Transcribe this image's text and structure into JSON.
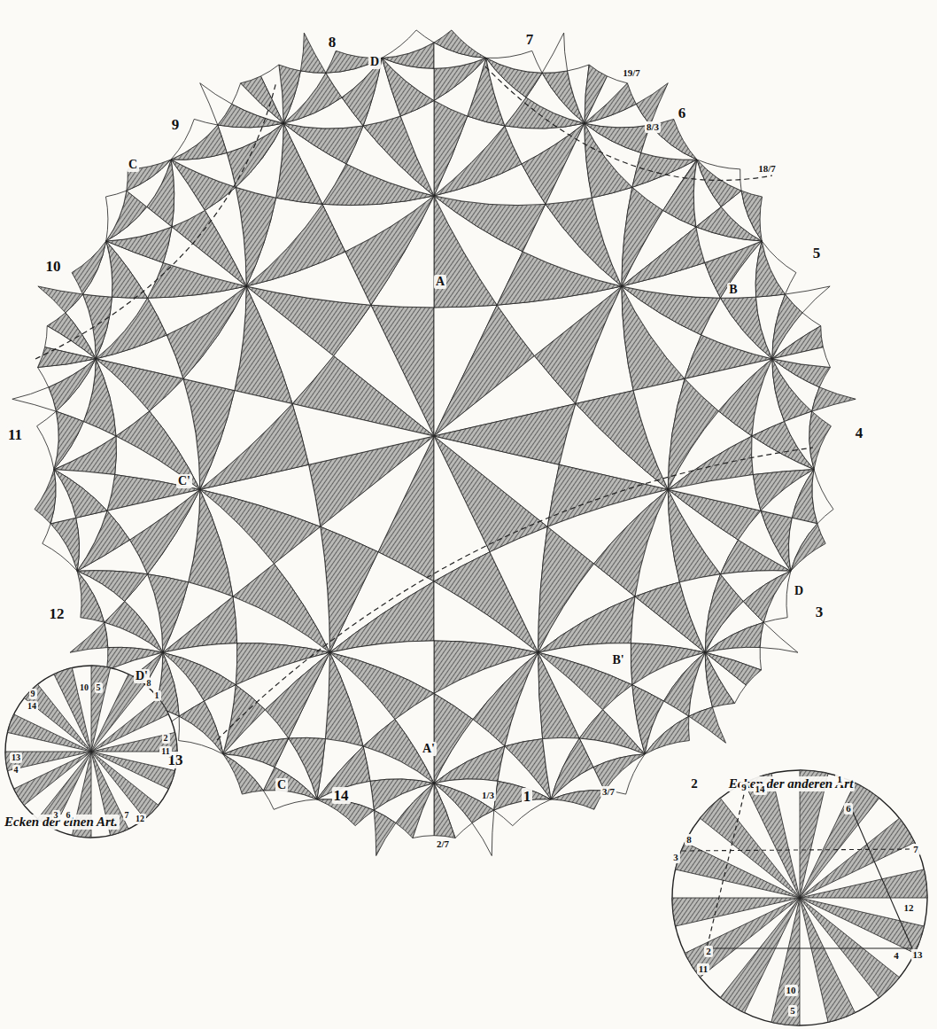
{
  "diagram": {
    "labels": [
      "8",
      "7",
      "19/7",
      "6",
      "8/3",
      "18/7",
      "9",
      "D",
      "C",
      "A",
      "B",
      "5",
      "10",
      "4",
      "11",
      "C'",
      "D",
      "3",
      "12",
      "B'",
      "D'",
      "A'",
      "13",
      "C",
      "1/3",
      "3/7",
      "14",
      "1",
      "2/7",
      "2",
      "Ecken der anderen Art",
      "Ecken der einen Art.",
      "10",
      "5",
      "8",
      "1",
      "2",
      "11",
      "7",
      "12",
      "3",
      "6",
      "13",
      "4",
      "9",
      "14",
      "9",
      "14",
      "1",
      "6",
      "8",
      "3",
      "7",
      "12",
      "2",
      "11",
      "13",
      "4",
      "10",
      "5"
    ]
  }
}
